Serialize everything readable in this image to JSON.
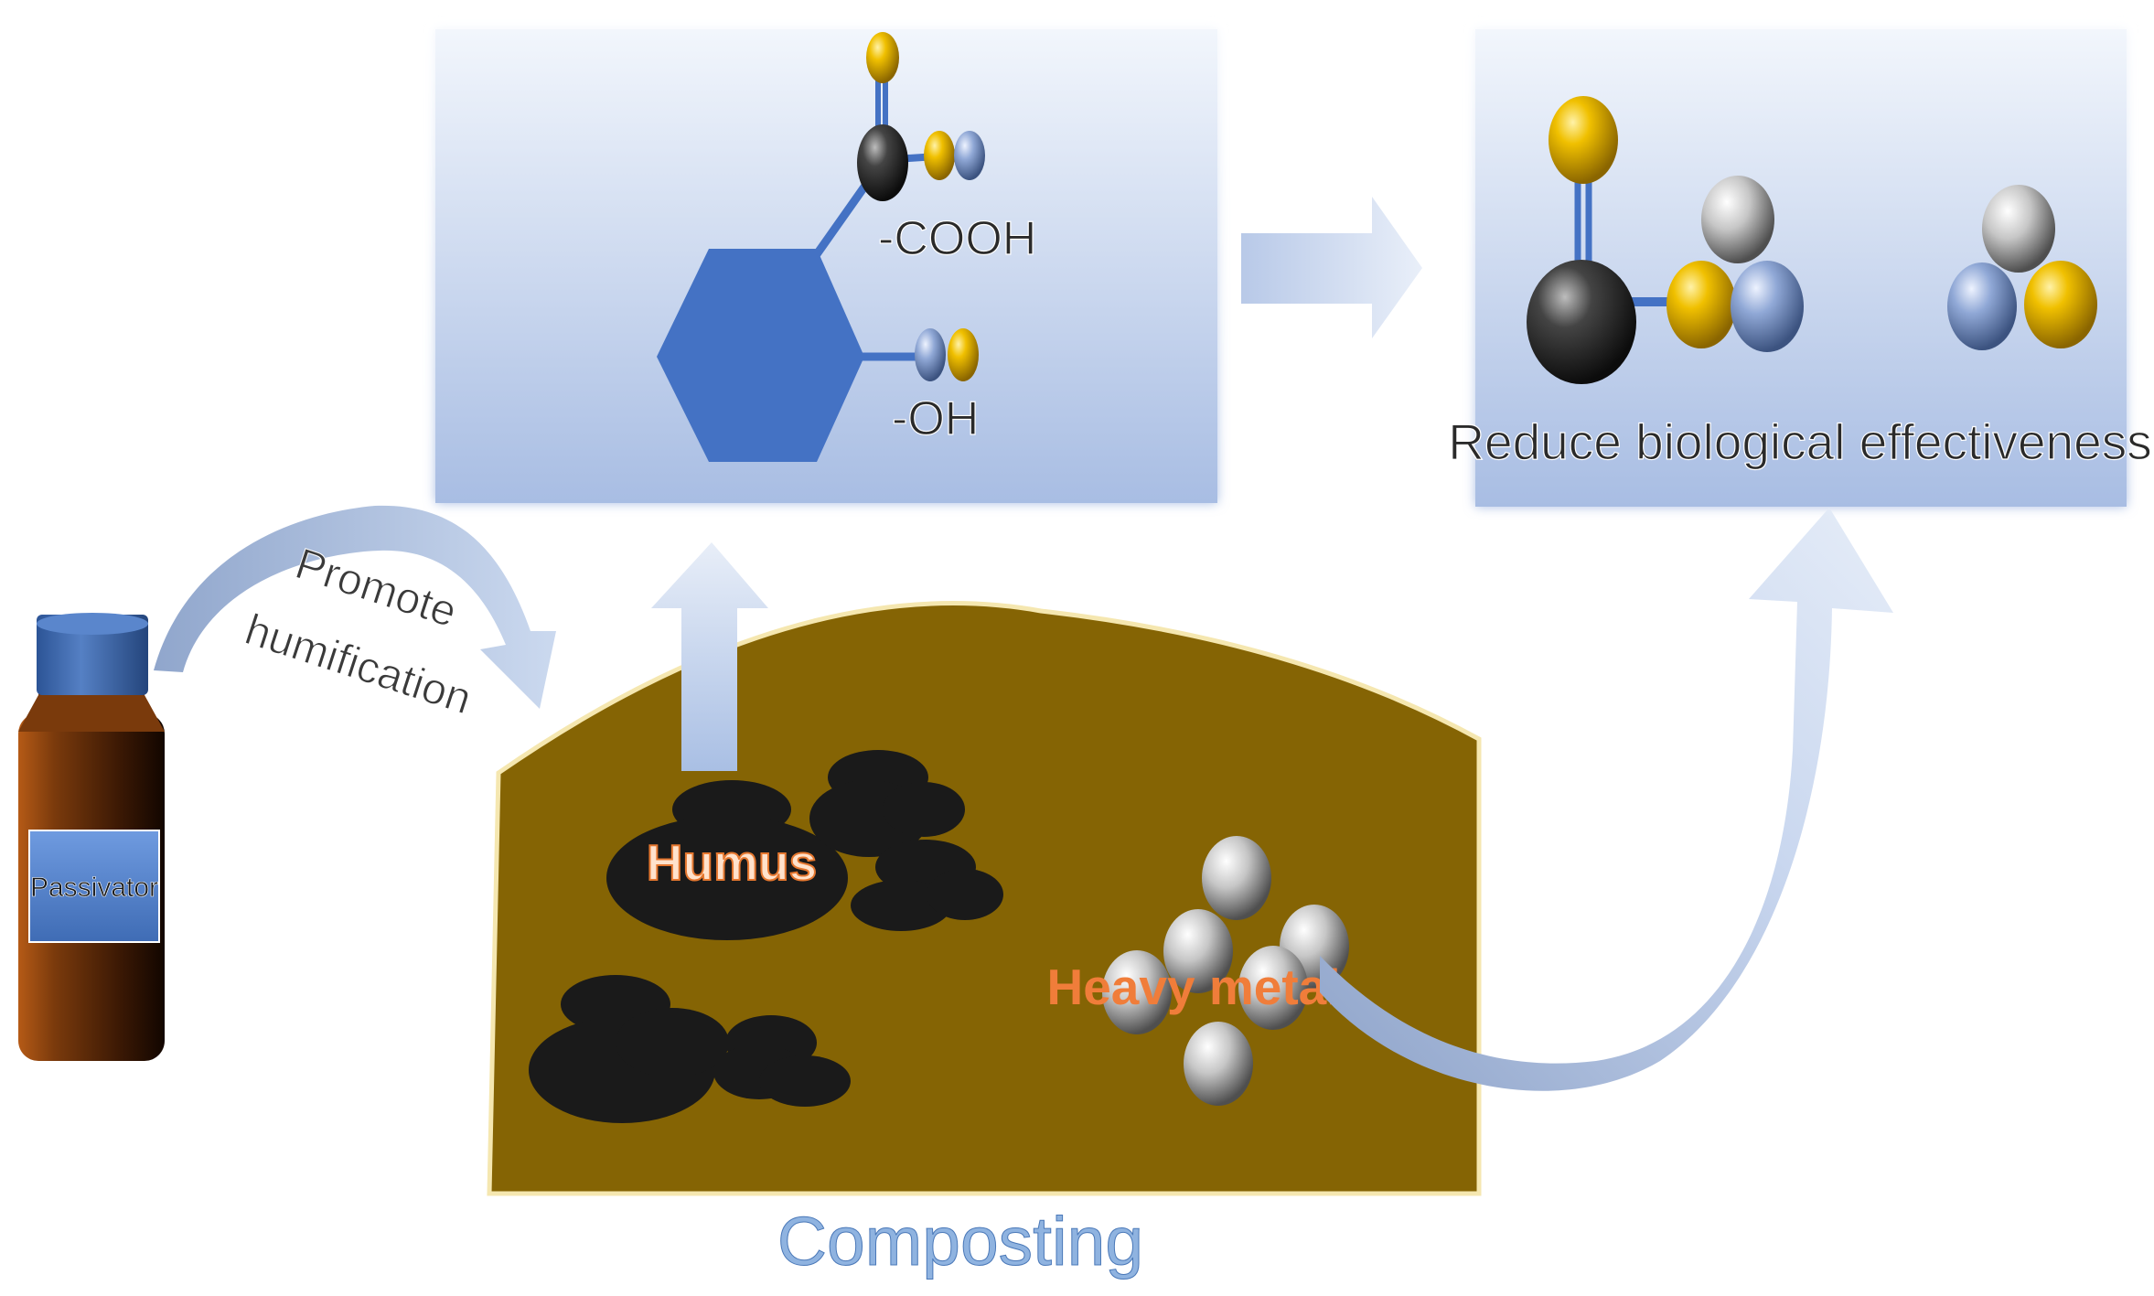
{
  "passivator": {
    "label": "Passivator"
  },
  "arrows": {
    "promote_line1": "Promote",
    "promote_line2": "humification"
  },
  "molecule_panel": {
    "cooh_label": "-COOH",
    "oh_label": "-OH"
  },
  "result_panel": {
    "caption": "Reduce biological effectiveness"
  },
  "compost": {
    "title": "Composting",
    "humus_label": "Humus",
    "heavy_metal_label": "Heavy metal"
  },
  "colors": {
    "panel_top": "#eef3fb",
    "panel_bottom": "#aabfe4",
    "arrow_blue": "#b3c6e7",
    "hexagon": "#4472c4",
    "soil": "#856404",
    "humus": "#1a1a1a",
    "gold_atom": "#e8b400",
    "dark_atom": "#3c3c3c",
    "blue_atom": "#8ea6d4",
    "silver_atom": "#c8c8c8",
    "composting_text": "#8fb3e0",
    "label_orange": "#f07d3a",
    "bottle_body": "#7a3a0c",
    "bottle_cap": "#3e6ab0"
  }
}
